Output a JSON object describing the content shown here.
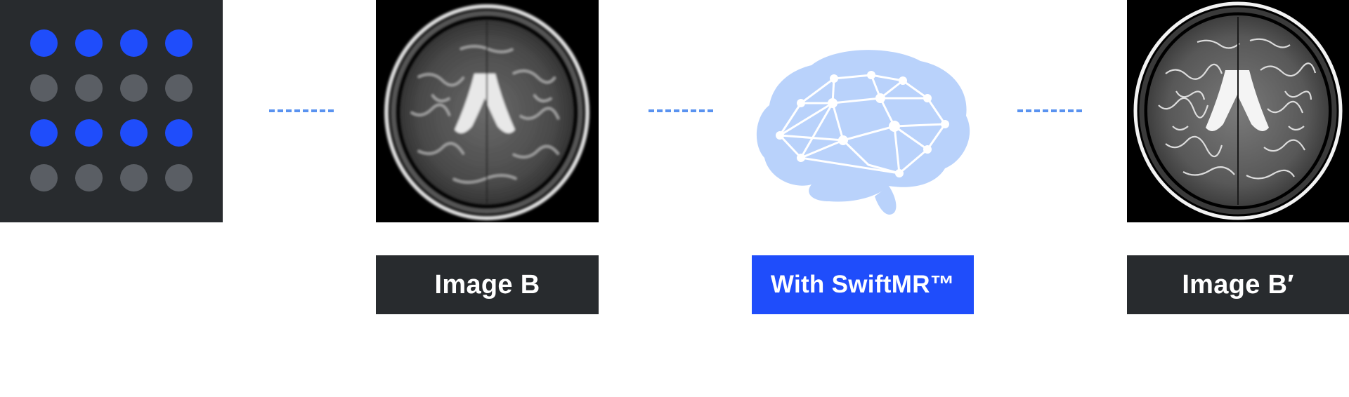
{
  "colors": {
    "dark_panel": "#282b2e",
    "accent_blue": "#1f4dfb",
    "dot_gray": "#5a5e64",
    "brain_fill": "#b9d2fb",
    "connector": "#5a93f0"
  },
  "grid": {
    "rows": [
      {
        "state": "active"
      },
      {
        "state": "inactive"
      },
      {
        "state": "active"
      },
      {
        "state": "inactive"
      }
    ]
  },
  "images": {
    "input": {
      "icon": "mri-scan-icon"
    },
    "model": {
      "icon": "neural-brain-icon"
    },
    "output": {
      "icon": "mri-scan-icon"
    }
  },
  "labels": {
    "input": "Image B",
    "model": "With SwiftMR™",
    "output": "Image B′"
  }
}
